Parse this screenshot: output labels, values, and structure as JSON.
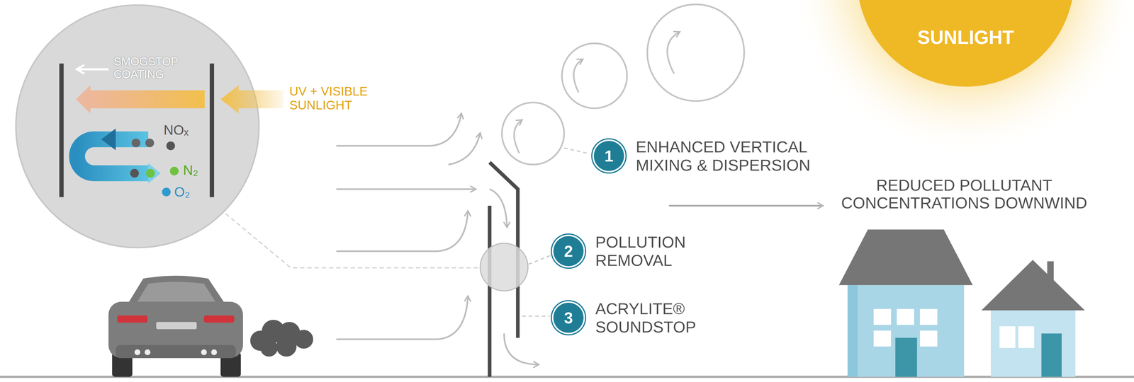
{
  "diagram": {
    "nodes": [
      {
        "text": [
          "SUNLIGHT"
        ]
      },
      {
        "text": [
          "1",
          "ENHANCED VERTICAL MIXING & DISPERSION"
        ]
      },
      {
        "text": [
          "2",
          "POLLUTION REMOVAL"
        ]
      },
      {
        "text": [
          "3",
          "ACRYLITE® SOUNDSTOP"
        ]
      }
    ],
    "labels": [
      "SMOGSTOP COATING",
      "UV + VISIBLE SUNLIGHT",
      "NOₓ",
      "N₂",
      "O₂",
      "REDUCED POLLUTANT CONCENTRATIONS DOWNWIND"
    ]
  }
}
